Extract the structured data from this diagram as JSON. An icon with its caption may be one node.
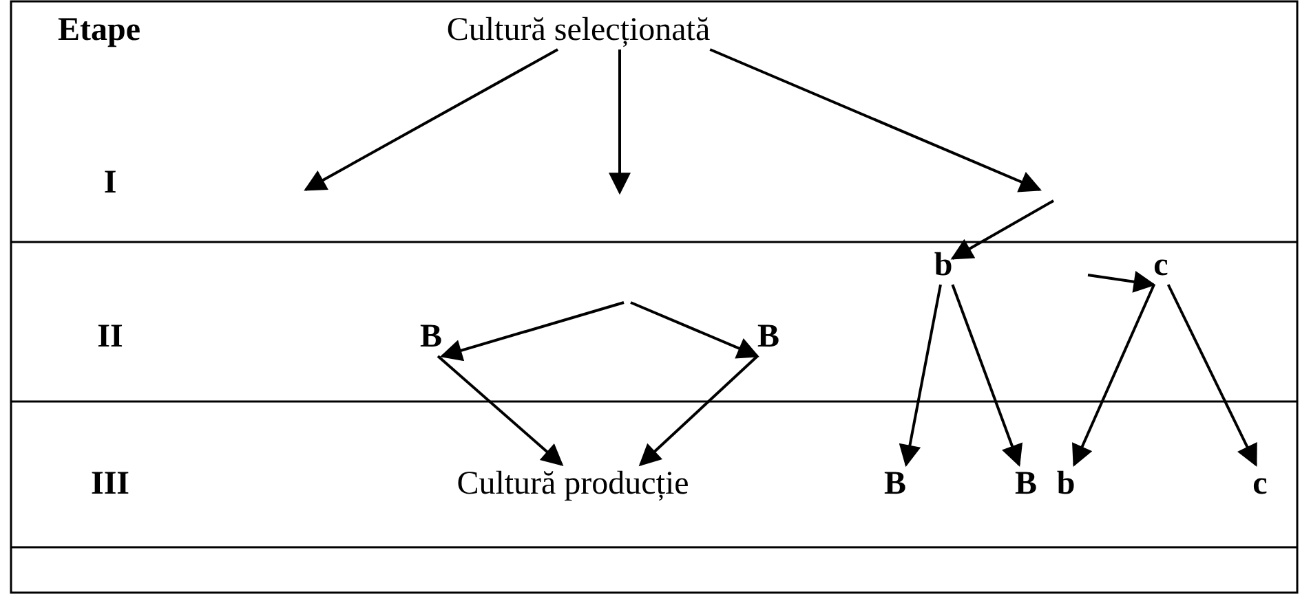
{
  "diagram": {
    "nodes": [
      {
        "text": [
          "Cultură selecționată"
        ]
      },
      {
        "text": [
          "B"
        ]
      },
      {
        "text": [
          "B"
        ]
      },
      {
        "text": [
          "b"
        ]
      },
      {
        "text": [
          "c"
        ]
      },
      {
        "text": [
          "Cultură producție"
        ]
      },
      {
        "text": [
          "B"
        ]
      },
      {
        "text": [
          "B"
        ]
      },
      {
        "text": [
          "b"
        ]
      },
      {
        "text": [
          "c"
        ]
      }
    ],
    "edges": [
      {
        "from": 0,
        "to": null,
        "arrow": "to"
      },
      {
        "from": 0,
        "to": null,
        "arrow": "to"
      },
      {
        "from": 0,
        "to": null,
        "arrow": "to"
      },
      {
        "from": null,
        "to": 3,
        "arrow": "to"
      },
      {
        "from": null,
        "to": 1,
        "arrow": "to"
      },
      {
        "from": null,
        "to": 2,
        "arrow": "to"
      },
      {
        "from": 1,
        "to": 5,
        "arrow": "to"
      },
      {
        "from": 2,
        "to": 5,
        "arrow": "to"
      },
      {
        "from": 3,
        "to": 6,
        "arrow": "to"
      },
      {
        "from": 3,
        "to": 7,
        "arrow": "to"
      },
      {
        "from": null,
        "to": 4,
        "arrow": "to"
      },
      {
        "from": 4,
        "to": 8,
        "arrow": "to"
      },
      {
        "from": 4,
        "to": 9,
        "arrow": "to"
      }
    ],
    "labels": [
      "Etape",
      "I",
      "II",
      "III"
    ]
  }
}
